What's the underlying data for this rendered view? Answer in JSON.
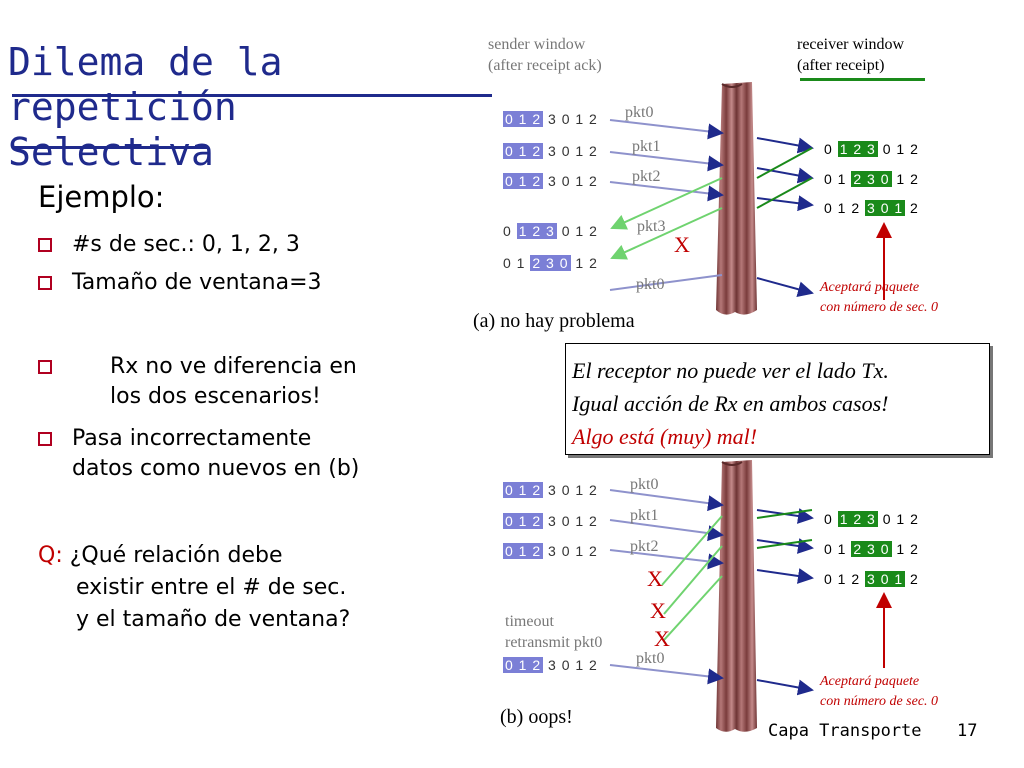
{
  "title": {
    "line1": "Dilema de la repetición",
    "line2": "Selectiva"
  },
  "left": {
    "ejemplo": "Ejemplo:",
    "bullets": [
      "#s de sec.: 0, 1, 2, 3",
      "Tamaño de ventana=3",
      "Rx no ve diferencia en",
      "los dos escenarios!",
      "Pasa incorrectamente",
      "datos como nuevos en (b)"
    ],
    "question_prefix": "Q:",
    "question_lines": [
      "¿Qué relación debe",
      "existir entre el # de sec.",
      "y el tamaño de ventana?"
    ]
  },
  "headers": {
    "sender_l1": "sender window",
    "sender_l2": "(after receipt ack)",
    "receiver_l1": "receiver window",
    "receiver_l2": "(after receipt)"
  },
  "windows": {
    "s_full_hl": "0 1 2",
    "s_full_rest": " 3 0 1 2",
    "s_shift1_pre": "0 ",
    "s_shift1_hl": "1 2 3",
    "s_shift1_rest": " 0 1 2",
    "s_shift2_pre": "0 1 ",
    "s_shift2_hl": "2 3 0",
    "s_shift2_rest": " 1 2",
    "r1_pre": "0 ",
    "r1_hl": "1 2 3",
    "r1_rest": " 0 1 2",
    "r2_pre": "0 1 ",
    "r2_hl": "2 3 0",
    "r2_rest": " 1 2",
    "r3_pre": "0 1 2 ",
    "r3_hl": "3 0 1",
    "r3_rest": " 2"
  },
  "packets": {
    "p0": "pkt0",
    "p1": "pkt1",
    "p2": "pkt2",
    "p3": "pkt3"
  },
  "loss_mark": "X",
  "accept_note": {
    "l1": "Aceptará paquete",
    "l2": "con número de sec. 0"
  },
  "scenario_a": "(a) no hay problema",
  "scenario_b": "(b) oops!",
  "timeout": {
    "l1": "timeout",
    "l2": "retransmit pkt0"
  },
  "box": {
    "l1": "El receptor no puede ver el lado Tx.",
    "l2": "Igual acción de Rx en ambos casos!",
    "l3": "Algo está (muy) mal!"
  },
  "footer": {
    "left": "Capa Transporte",
    "page": "17"
  },
  "colors": {
    "title": "#1f2a8c",
    "sender_hl": "#7b7fd6",
    "receiver_hl": "#1a8a1a",
    "arrow": "#1f2a8c",
    "ack": "#6fd36f",
    "red": "#c00000",
    "curtain": "#8b4a4a"
  }
}
